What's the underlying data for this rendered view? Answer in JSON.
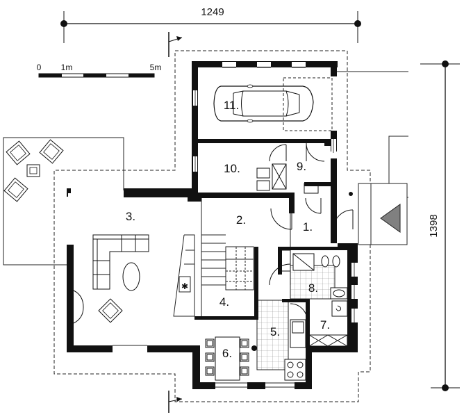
{
  "dimensions": {
    "width_label": "1249",
    "depth_label": "1398"
  },
  "scale_bar": {
    "zero": "0",
    "one": "1m",
    "five": "5m"
  },
  "rooms": {
    "r1": "1.",
    "r2": "2.",
    "r3": "3.",
    "r4": "4.",
    "r5": "5.",
    "r6": "6.",
    "r7": "7.",
    "r8": "8.",
    "r9": "9.",
    "r10": "10.",
    "r11": "11."
  },
  "colors": {
    "wall": "#111111",
    "line": "#222222",
    "ramp": "#808080",
    "background": "#ffffff"
  },
  "icons": [
    "car-icon",
    "sofa-icon",
    "armchair-icon",
    "stove-icon",
    "stairs-icon",
    "section-arrow-icon"
  ]
}
